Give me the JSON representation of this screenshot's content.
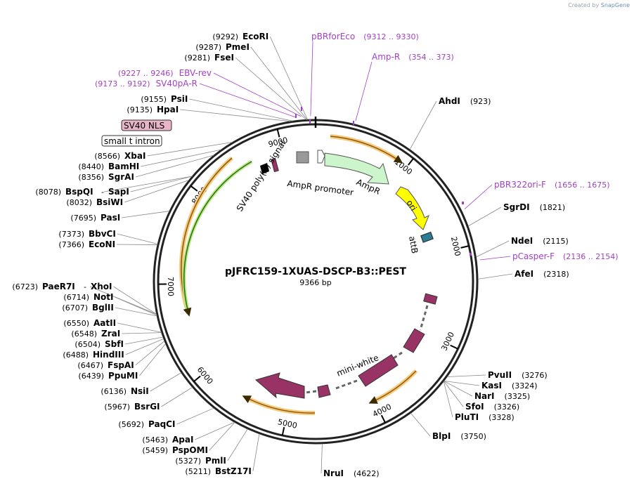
{
  "app": {
    "credit_prefix": "Created by",
    "credit_brand": "SnapGene"
  },
  "plasmid": {
    "name": "pJFRC159-1XUAS-DSCP-B3::PEST",
    "size": "9366 bp"
  },
  "ticks": [
    "1000",
    "2000",
    "3000",
    "4000",
    "5000",
    "6000",
    "7000",
    "8000",
    "9000"
  ],
  "enzymes": {
    "EcoRI": {
      "name": "EcoRI",
      "pos": "(9292)"
    },
    "PmeI": {
      "name": "PmeI",
      "pos": "(9287)"
    },
    "FseI": {
      "name": "FseI",
      "pos": "(9281)"
    },
    "PsiI": {
      "name": "PsiI",
      "pos": "(9155)"
    },
    "HpaI": {
      "name": "HpaI",
      "pos": "(9135)"
    },
    "XbaI": {
      "name": "XbaI",
      "pos": "(8566)"
    },
    "BamHI": {
      "name": "BamHI",
      "pos": "(8440)"
    },
    "SgrAI": {
      "name": "SgrAI",
      "pos": "(8356)"
    },
    "BspQI": {
      "name": "BspQI",
      "pos": "(8078)"
    },
    "SapI": {
      "name": "SapI",
      "pos": ""
    },
    "BsiWI": {
      "name": "BsiWI",
      "pos": "(8032)"
    },
    "PasI": {
      "name": "PasI",
      "pos": "(7695)"
    },
    "BbvCI": {
      "name": "BbvCI",
      "pos": "(7373)"
    },
    "EcoNI": {
      "name": "EcoNI",
      "pos": "(7366)"
    },
    "PaeR7I": {
      "name": "PaeR7I",
      "pos": "(6723)"
    },
    "XhoI": {
      "name": "XhoI",
      "pos": ""
    },
    "NotI": {
      "name": "NotI",
      "pos": "(6714)"
    },
    "BglII": {
      "name": "BglII",
      "pos": "(6707)"
    },
    "AatII": {
      "name": "AatII",
      "pos": "(6550)"
    },
    "ZraI": {
      "name": "ZraI",
      "pos": "(6548)"
    },
    "SbfI": {
      "name": "SbfI",
      "pos": "(6504)"
    },
    "HindIII": {
      "name": "HindIII",
      "pos": "(6488)"
    },
    "FspAI": {
      "name": "FspAI",
      "pos": "(6467)"
    },
    "PpuMI": {
      "name": "PpuMI",
      "pos": "(6439)"
    },
    "NsiI": {
      "name": "NsiI",
      "pos": "(6136)"
    },
    "BsrGI": {
      "name": "BsrGI",
      "pos": "(5967)"
    },
    "PaqCI": {
      "name": "PaqCI",
      "pos": "(5692)"
    },
    "ApaI": {
      "name": "ApaI",
      "pos": "(5463)"
    },
    "PspOMI": {
      "name": "PspOMI",
      "pos": "(5459)"
    },
    "PmlI": {
      "name": "PmlI",
      "pos": "(5327)"
    },
    "BstZ17I": {
      "name": "BstZ17I",
      "pos": "(5211)"
    },
    "NruI": {
      "name": "NruI",
      "pos": "(4622)"
    },
    "BlpI": {
      "name": "BlpI",
      "pos": "(3750)"
    },
    "PluTI": {
      "name": "PluTI",
      "pos": "(3328)"
    },
    "SfoI": {
      "name": "SfoI",
      "pos": "(3326)"
    },
    "NarI": {
      "name": "NarI",
      "pos": "(3325)"
    },
    "KasI": {
      "name": "KasI",
      "pos": "(3324)"
    },
    "PvuII": {
      "name": "PvuII",
      "pos": "(3276)"
    },
    "AfeI": {
      "name": "AfeI",
      "pos": "(2318)"
    },
    "NdeI": {
      "name": "NdeI",
      "pos": "(2115)"
    },
    "SgrDI": {
      "name": "SgrDI",
      "pos": "(1821)"
    },
    "AhdI": {
      "name": "AhdI",
      "pos": "(923)"
    }
  },
  "primers": {
    "pBRforEco": {
      "name": "pBRforEco",
      "pos": "(9312 .. 9330)"
    },
    "AmpR_primer": {
      "name": "Amp-R",
      "pos": "(354 .. 373)"
    },
    "EBVrev": {
      "name": "EBV-rev",
      "pos": "(9227 .. 9246)"
    },
    "SV40pAR": {
      "name": "SV40pA-R",
      "pos": "(9173 .. 9192)"
    },
    "pBR322oriF": {
      "name": "pBR322ori-F",
      "pos": "(1656 .. 1675)"
    },
    "pCasperF": {
      "name": "pCasper-F",
      "pos": "(2136 .. 2154)"
    }
  },
  "features": {
    "sv40_nls": "SV40 NLS",
    "small_t_intron": "small t intron",
    "sv40_polya": "SV40 poly(A) signal",
    "ampr_promoter": "AmpR promoter",
    "ampr": "AmpR",
    "ori": "ori",
    "attb": "attB",
    "mini_white": "mini-white"
  },
  "colors": {
    "ampr": "#ccf5cc",
    "ori": "#ffff00",
    "attb": "#2e7b94",
    "mini_white": "#993366",
    "orf": "#f0a63a",
    "primer": "#a23fc4",
    "nls": "#e8b4c8"
  }
}
